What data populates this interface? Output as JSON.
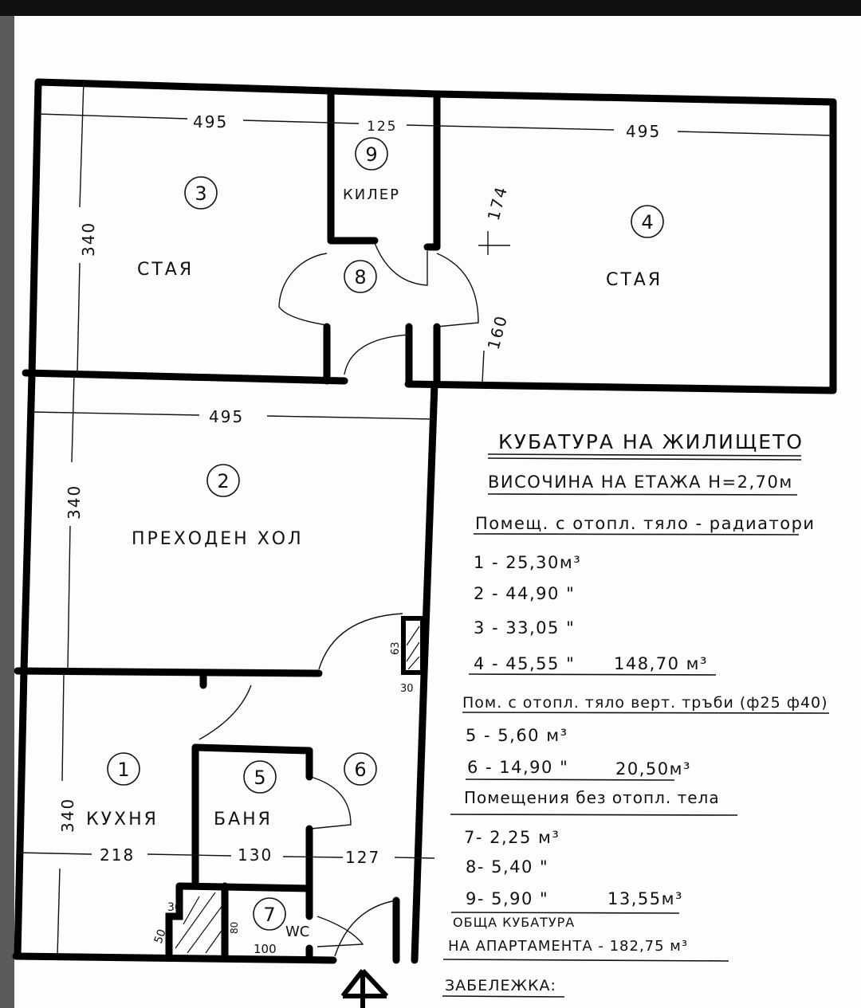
{
  "document": {
    "colors": {
      "ink": "#111111",
      "paper": "#fdfdfb",
      "frame": "#111111",
      "margin_strip": "#5a5a5a"
    },
    "rooms": [
      {
        "number": "1",
        "label": "КУХНЯ"
      },
      {
        "number": "2",
        "label": "ПРЕХОДЕН ХОЛ"
      },
      {
        "number": "3",
        "label": "СТАЯ"
      },
      {
        "number": "4",
        "label": "СТАЯ"
      },
      {
        "number": "5",
        "label": "БАНЯ"
      },
      {
        "number": "6",
        "label": ""
      },
      {
        "number": "7",
        "label": "WC"
      },
      {
        "number": "8",
        "label": ""
      },
      {
        "number": "9",
        "label": "КИЛЕР"
      }
    ],
    "dimensions": {
      "room3_width": "495",
      "room9_width": "125",
      "room4_width": "495",
      "room3_height": "340",
      "room4_partial": "174",
      "corridor_partial": "160",
      "room2_width": "495",
      "room2_height": "340",
      "chimney_length": "63",
      "chimney_depth": "30",
      "kitchen_height": "340",
      "kitchen_width": "218",
      "bath_width": "130",
      "room6_width": "127",
      "shaft_30": "30",
      "shaft_50": "50",
      "wc_80": "80",
      "wc_width": "100"
    },
    "table": {
      "title": "КУБАТУРА НА ЖИЛИЩЕТО",
      "floor_height": "ВИСОЧИНА НА ЕТАЖА H=2,70м",
      "group1_heading": "Помещ. с отопл. тяло - радиатори",
      "group1": [
        {
          "line": "1 - 25,30м³",
          "subtotal": ""
        },
        {
          "line": "2 - 44,90 \"",
          "subtotal": ""
        },
        {
          "line": "3 - 33,05 \"",
          "subtotal": ""
        },
        {
          "line": "4 - 45,55 \"",
          "subtotal": "148,70 м³"
        }
      ],
      "group2_heading": "Пом. с отопл. тяло верт. тръби (ф25 ф40)",
      "group2": [
        {
          "line": "5 - 5,60 м³",
          "subtotal": ""
        },
        {
          "line": "6 - 14,90 \"",
          "subtotal": "20,50м³"
        }
      ],
      "group3_heading": "Помещения без отопл. тела",
      "group3": [
        {
          "line": "7- 2,25 м³",
          "subtotal": ""
        },
        {
          "line": "8- 5,40 \"",
          "subtotal": ""
        },
        {
          "line": "9- 5,90 \"",
          "subtotal": "13,55м³"
        }
      ],
      "total_line1": "ОБЩА КУБАТУРА",
      "total_line2": "НА АПАРТАМЕНТА - 182,75 м³",
      "note": "ЗАБЕЛЕЖКА:"
    }
  }
}
